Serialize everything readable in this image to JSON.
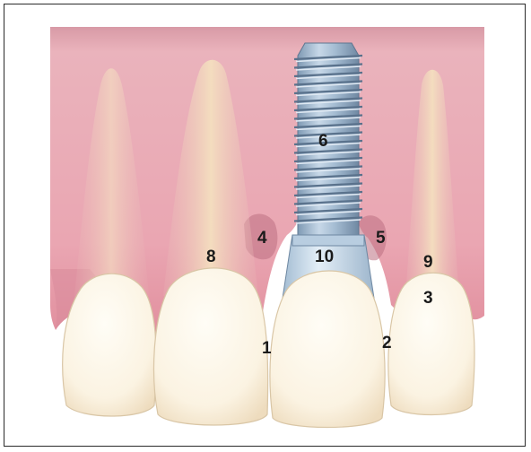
{
  "figure": {
    "labels": {
      "l1": "1",
      "l2": "2",
      "l3": "3",
      "l4": "4",
      "l5": "5",
      "l6": "6",
      "l8": "8",
      "l9": "9",
      "l10": "10"
    },
    "colors": {
      "gingiva": "#e9aeb7",
      "gingiva_dark": "#c77d8b",
      "root": "#f1dcc0",
      "crown": "#fbf5e6",
      "implant": "#a9c0d6",
      "abutment": "#cfe0ee",
      "frame": "#2a2a2a"
    }
  }
}
